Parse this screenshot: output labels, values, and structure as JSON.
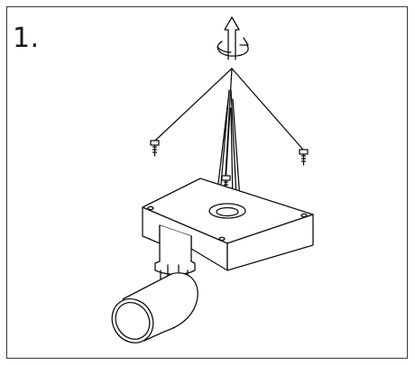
{
  "figure": {
    "step_number": "1.",
    "icons": {
      "rotate_arrow": "unscrew-rotation-arrow-icon",
      "screw": "screw-icon",
      "housing": "instrument-housing",
      "pipe": "pipe-sensor"
    }
  }
}
